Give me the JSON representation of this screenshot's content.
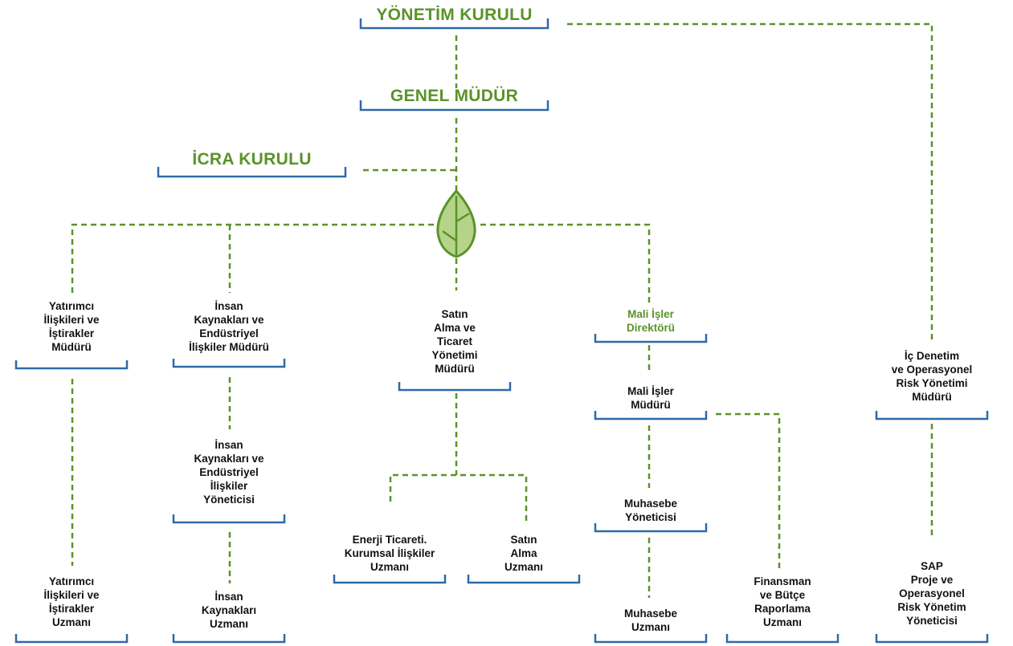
{
  "colors": {
    "connector": "#5b9229",
    "bracket": "#2d6aa8",
    "leaf_fill": "#b5d48a",
    "leaf_stroke": "#5b9229"
  },
  "icons": {
    "center": "leaf-icon"
  },
  "top": {
    "board": "YÖNETİM KURULU",
    "gm": "GENEL MÜDÜR",
    "exec": "İCRA KURULU"
  },
  "nodes": {
    "ir_manager": [
      "Yatırımcı",
      "İlişkileri ve",
      "İştirakler",
      "Müdürü"
    ],
    "ir_specialist": [
      "Yatırımcı",
      "İlişkileri ve",
      "İştirakler",
      "Uzmanı"
    ],
    "hr_manager": [
      "İnsan",
      "Kaynakları ve",
      "Endüstriyel",
      "İlişkiler Müdürü"
    ],
    "hr_executive": [
      "İnsan",
      "Kaynakları ve",
      "Endüstriyel",
      "İlişkiler",
      "Yöneticisi"
    ],
    "hr_specialist": [
      "İnsan",
      "Kaynakları",
      "Uzmanı"
    ],
    "procurement_manager": [
      "Satın",
      "Alma ve",
      "Ticaret",
      "Yönetimi",
      "Müdürü"
    ],
    "energy_specialist": [
      "Enerji Ticareti.",
      "Kurumsal İlişkiler",
      "Uzmanı"
    ],
    "procurement_specialist": [
      "Satın",
      "Alma",
      "Uzmanı"
    ],
    "finance_director": [
      "Mali İşler",
      "Direktörü"
    ],
    "finance_manager": [
      "Mali İşler",
      "Müdürü"
    ],
    "accounting_executive": [
      "Muhasebe",
      "Yöneticisi"
    ],
    "accounting_specialist": [
      "Muhasebe",
      "Uzmanı"
    ],
    "budget_specialist": [
      "Finansman",
      "ve Bütçe",
      "Raporlama",
      "Uzmanı"
    ],
    "audit_manager": [
      "İç Denetim",
      "ve Operasyonel",
      "Risk Yönetimi",
      "Müdürü"
    ],
    "sap_executive": [
      "SAP",
      "Proje ve",
      "Operasyonel",
      "Risk Yönetim",
      "Yöneticisi"
    ]
  }
}
